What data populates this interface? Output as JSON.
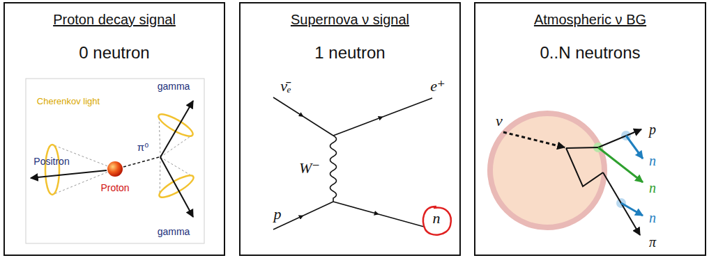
{
  "diagram": {
    "nodes": [
      {
        "text": [
          "Proton decay signal",
          "0 neutron"
        ]
      },
      {
        "text": [
          "Supernova ν signal",
          "1 neutron"
        ]
      },
      {
        "text": [
          "Atmospheric ν BG",
          "0..N neutrons"
        ]
      }
    ],
    "labels": [
      "Cherenkov light",
      "Positron",
      "Proton",
      "π⁰",
      "gamma",
      "gamma",
      "ν̄ₑ",
      "e⁺",
      "W⁻",
      "p",
      "n",
      "ν",
      "p",
      "n",
      "n",
      "n",
      "π"
    ]
  }
}
